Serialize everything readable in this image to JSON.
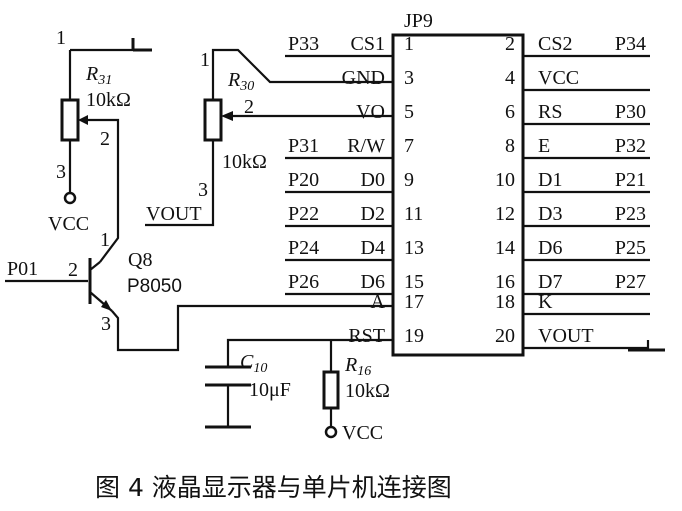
{
  "connector": {
    "name": "JP9",
    "left_pins": [
      {
        "pin": "1",
        "signal": "CS1",
        "net": "P33"
      },
      {
        "pin": "3",
        "signal": "GND",
        "net": ""
      },
      {
        "pin": "5",
        "signal": "VO",
        "net": ""
      },
      {
        "pin": "7",
        "signal": "R/W",
        "net": "P31"
      },
      {
        "pin": "9",
        "signal": "D0",
        "net": "P20"
      },
      {
        "pin": "11",
        "signal": "D2",
        "net": "P22"
      },
      {
        "pin": "13",
        "signal": "D4",
        "net": "P24"
      },
      {
        "pin": "15",
        "signal": "D6",
        "net": "P26"
      },
      {
        "pin": "17",
        "signal": "A",
        "net": ""
      },
      {
        "pin": "19",
        "signal": "RST",
        "net": ""
      }
    ],
    "right_pins": [
      {
        "pin": "2",
        "signal": "CS2",
        "net": "P34"
      },
      {
        "pin": "4",
        "signal": "VCC",
        "net": ""
      },
      {
        "pin": "6",
        "signal": "RS",
        "net": "P30"
      },
      {
        "pin": "8",
        "signal": "E",
        "net": "P32"
      },
      {
        "pin": "10",
        "signal": "D1",
        "net": "P21"
      },
      {
        "pin": "12",
        "signal": "D3",
        "net": "P23"
      },
      {
        "pin": "14",
        "signal": "D6",
        "net": "P25"
      },
      {
        "pin": "16",
        "signal": "D7",
        "net": "P27"
      },
      {
        "pin": "18",
        "signal": "K",
        "net": ""
      },
      {
        "pin": "20",
        "signal": "VOUT",
        "net": ""
      }
    ]
  },
  "r31": {
    "name": "R",
    "sub": "31",
    "value": "10kΩ",
    "pin1": "1",
    "pin2": "2",
    "pin3": "3",
    "supply": "VCC"
  },
  "r30": {
    "name": "R",
    "sub": "30",
    "value": "10kΩ",
    "pin1": "1",
    "pin2": "2",
    "pin3": "3",
    "net": "VOUT"
  },
  "q8": {
    "ref": "Q8",
    "part": "P8050",
    "base_net": "P01",
    "pin1": "1",
    "pin2": "2",
    "pin3": "3"
  },
  "c10": {
    "name": "C",
    "sub": "10",
    "value": "10μF"
  },
  "r16": {
    "name": "R",
    "sub": "16",
    "value": "10kΩ",
    "supply": "VCC"
  },
  "caption": "图 4  液晶显示器与单片机连接图"
}
